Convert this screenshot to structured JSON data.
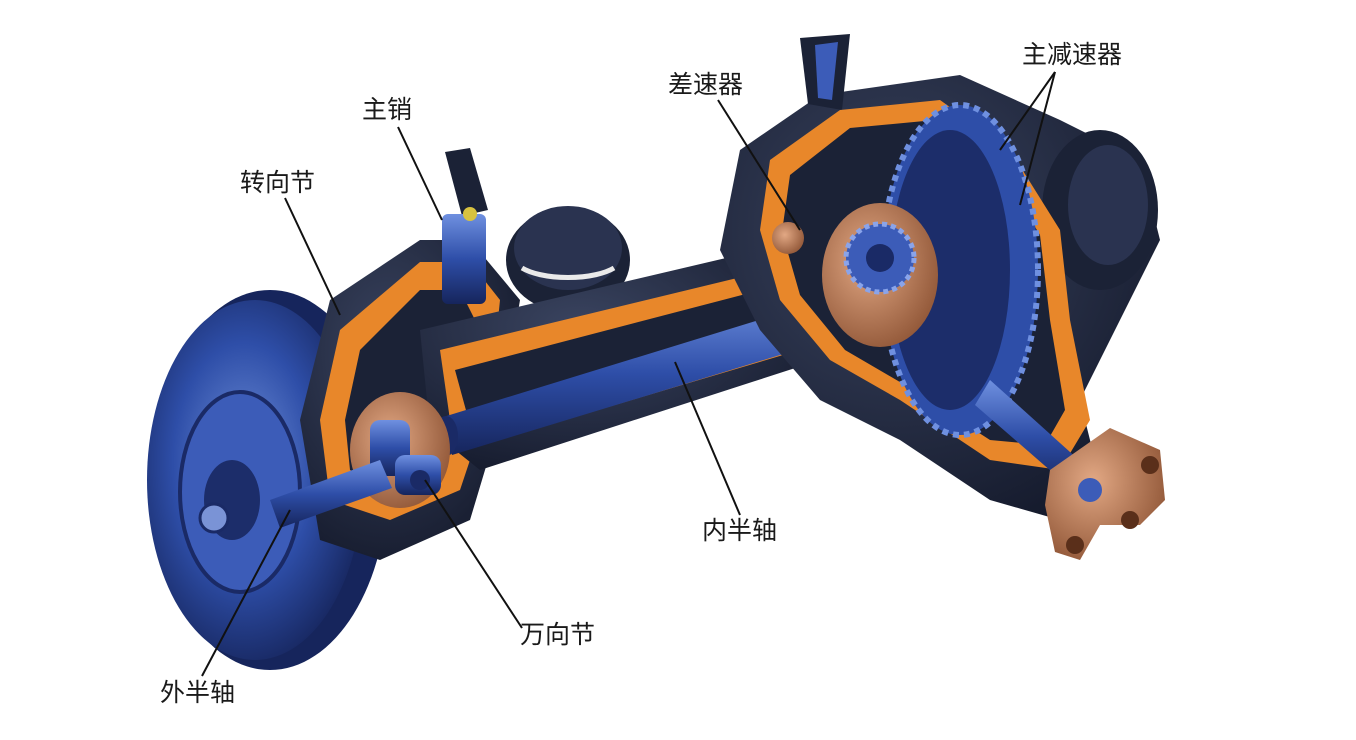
{
  "labels": {
    "main_reducer": "主减速器",
    "differential": "差速器",
    "kingpin": "主销",
    "steering_knuckle": "转向节",
    "inner_half_shaft": "内半轴",
    "universal_joint": "万向节",
    "outer_half_shaft": "外半轴"
  },
  "colors": {
    "housing_dark": "#1b2236",
    "cutaway_orange": "#e8872a",
    "blue_parts": "#2e4ea8",
    "copper_flange": "#b8754a",
    "leader_line": "#111111"
  }
}
